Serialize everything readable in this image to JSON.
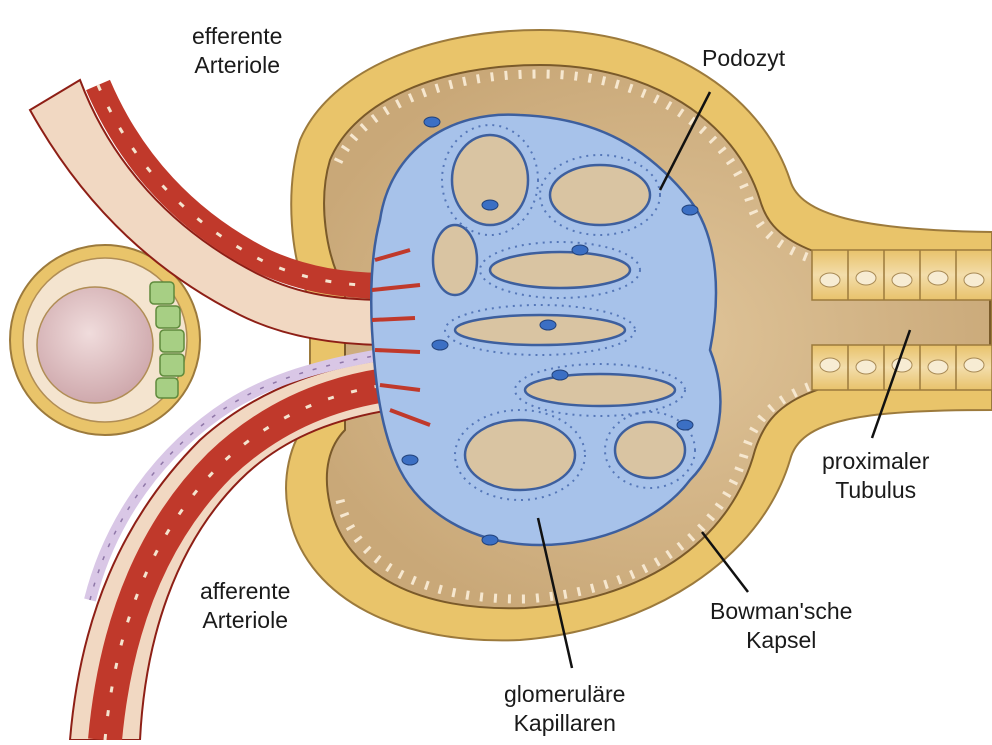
{
  "labels": {
    "efferent": {
      "line1": "efferente",
      "line2": "Arteriole"
    },
    "podocyte": {
      "line1": "Podozyt"
    },
    "tubule": {
      "line1": "proximaler",
      "line2": "Tubulus"
    },
    "capsule": {
      "line1": "Bowman'sche",
      "line2": "Kapsel"
    },
    "afferent": {
      "line1": "afferente",
      "line2": "Arteriole"
    },
    "capillaries": {
      "line1": "glomeruläre",
      "line2": "Kapillaren"
    }
  },
  "colors": {
    "capsule_outer": "#e9c46a",
    "capsule_inner": "#d2b48a",
    "capsule_edge": "#9c7a3c",
    "arteriole": "#c0392b",
    "arteriole_dark": "#8e1f16",
    "podocyte": "#8fb3e3",
    "podocyte_edge": "#3d5f9e",
    "macula_cells": "#a7cf84",
    "vessel_wall_cells": "#f4e4cf",
    "nerve_cells": "#d9c7e6",
    "label_text": "#1a1a1a",
    "leader_line": "#111111"
  }
}
